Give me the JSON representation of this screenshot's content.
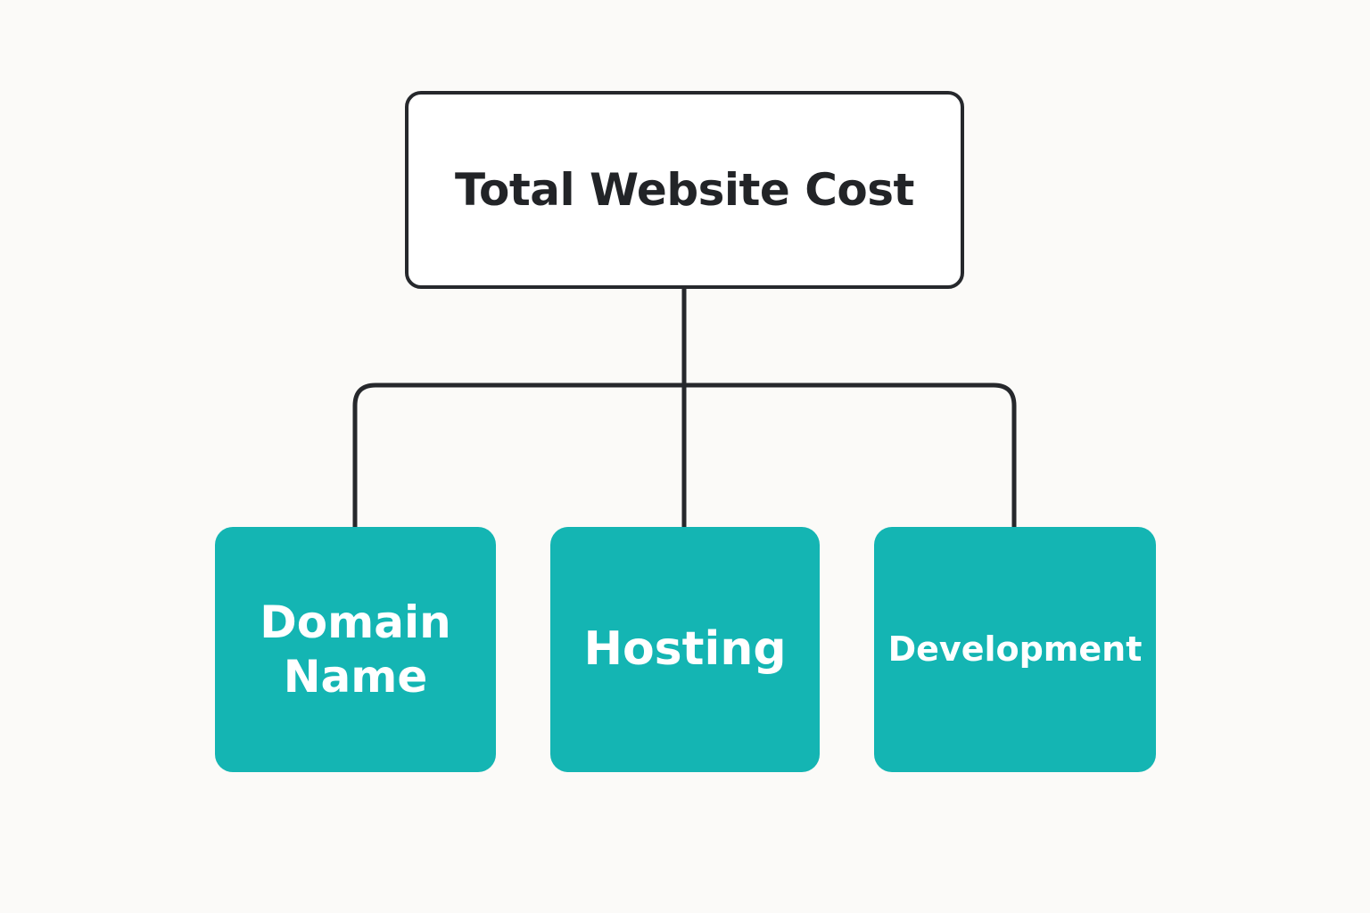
{
  "diagram": {
    "colors": {
      "background": "#fbfaf8",
      "root_border": "#26282c",
      "root_text": "#222427",
      "connector": "#26282c",
      "child_fill": "#14b5b3",
      "child_text": "#ffffff"
    },
    "root": {
      "label": "Total Website Cost"
    },
    "children": [
      {
        "label_lines": [
          "Domain",
          "Name"
        ]
      },
      {
        "label_lines": [
          "Hosting"
        ]
      },
      {
        "label_lines": [
          "Development"
        ]
      }
    ]
  }
}
